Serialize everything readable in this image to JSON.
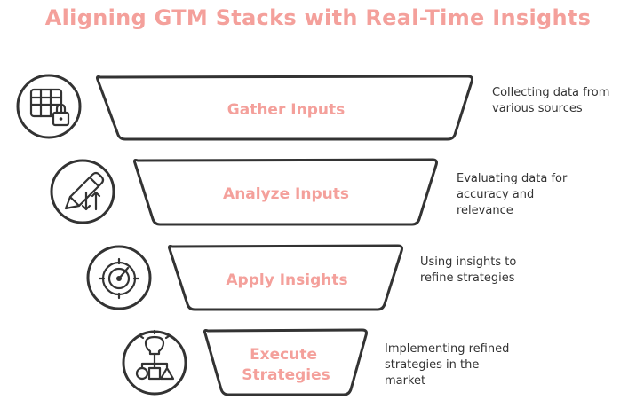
{
  "title": "Aligning GTM Stacks with Real-Time Insights",
  "stages": [
    {
      "label_lines": [
        "Gather Inputs"
      ],
      "description_lines": [
        "Collecting data from",
        "various sources"
      ],
      "icon": "data-table-lock-icon"
    },
    {
      "label_lines": [
        "Analyze Inputs"
      ],
      "description_lines": [
        "Evaluating data for",
        "accuracy and",
        "relevance"
      ],
      "icon": "pencil-sort-icon"
    },
    {
      "label_lines": [
        "Apply Insights"
      ],
      "description_lines": [
        "Using insights to",
        "refine strategies"
      ],
      "icon": "target-gauge-icon"
    },
    {
      "label_lines": [
        "Execute",
        "Strategies"
      ],
      "description_lines": [
        "Implementing refined",
        "strategies in the",
        "market"
      ],
      "icon": "idea-flowchart-icon"
    }
  ],
  "colors": {
    "accent": "#f4a09b",
    "outline": "#333333",
    "text": "#333333"
  }
}
